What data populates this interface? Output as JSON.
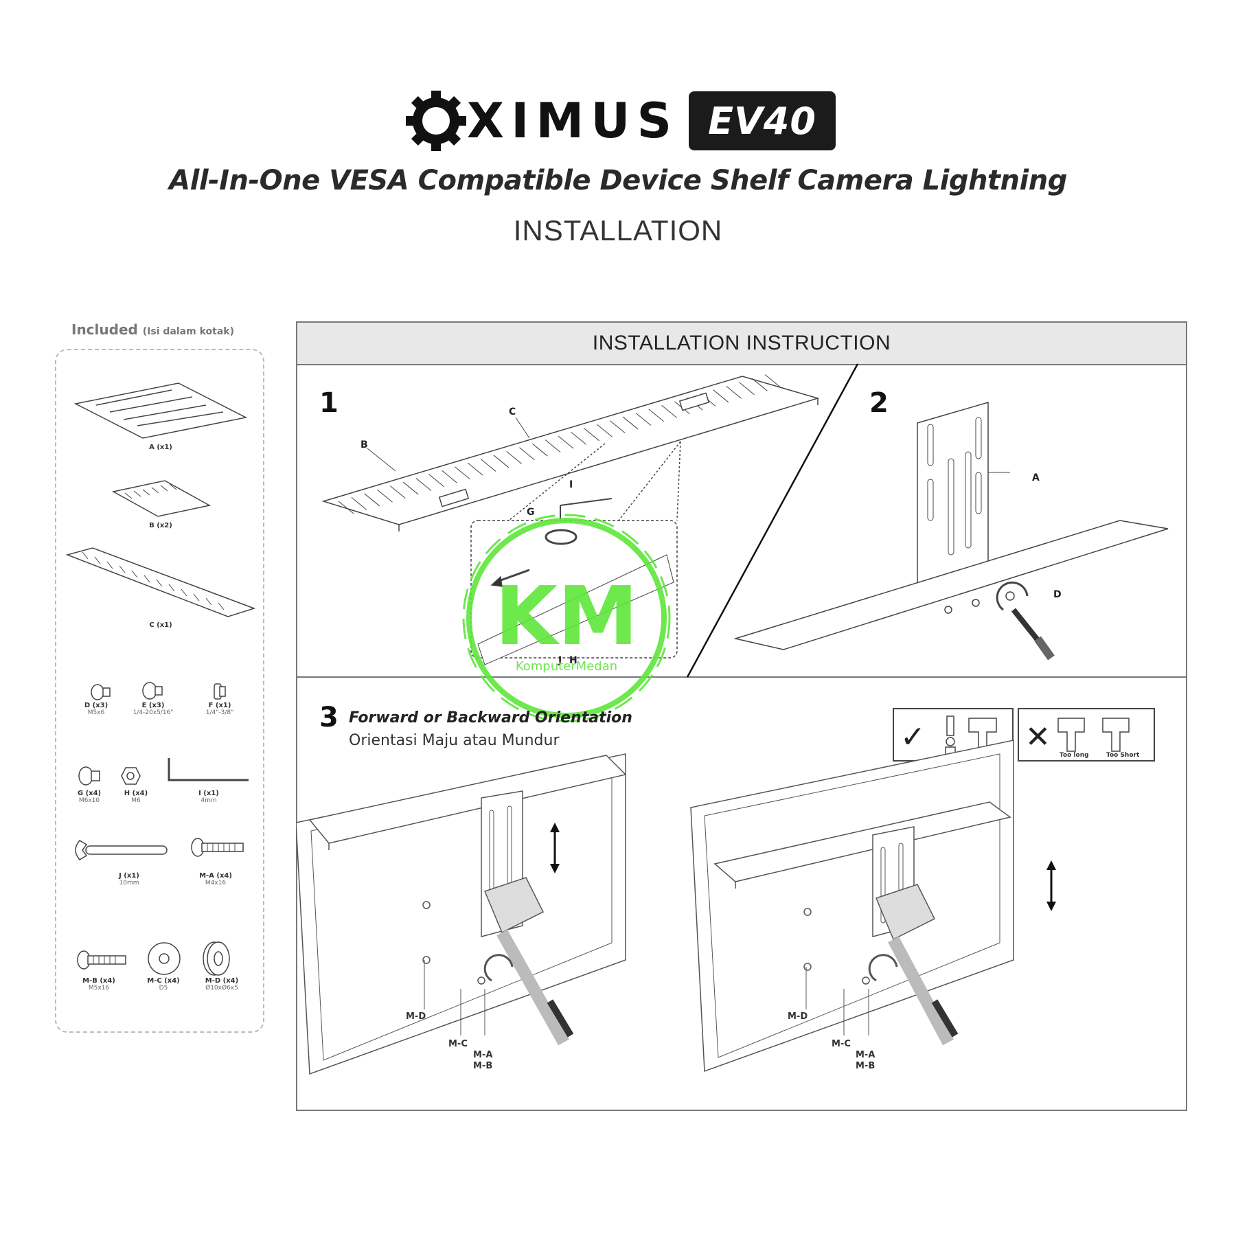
{
  "header": {
    "brand": "OXIMUS",
    "model": "EV40",
    "subtitle": "All-In-One VESA Compatible Device Shelf Camera Lightning",
    "section": "INSTALLATION"
  },
  "included": {
    "title": "Included",
    "title_note": "(Isi dalam kotak)",
    "parts": [
      {
        "label": "A (x1)",
        "spec": ""
      },
      {
        "label": "B (x2)",
        "spec": ""
      },
      {
        "label": "C (x1)",
        "spec": ""
      },
      {
        "label": "D (x3)",
        "spec": "M5x6"
      },
      {
        "label": "E (x3)",
        "spec": "1/4-20x5/16\""
      },
      {
        "label": "F (x1)",
        "spec": "1/4\"-3/8\""
      },
      {
        "label": "G (x4)",
        "spec": "M6x10"
      },
      {
        "label": "H (x4)",
        "spec": "M6"
      },
      {
        "label": "I (x1)",
        "spec": "4mm"
      },
      {
        "label": "J (x1)",
        "spec": "10mm"
      },
      {
        "label": "M-A (x4)",
        "spec": "M4x16"
      },
      {
        "label": "M-B (x4)",
        "spec": "M5x16"
      },
      {
        "label": "M-C (x4)",
        "spec": "D5"
      },
      {
        "label": "M-D (x4)",
        "spec": "Ø10xØ6x5"
      }
    ]
  },
  "instructions": {
    "header": "INSTALLATION INSTRUCTION",
    "step1": {
      "number": "1",
      "labels": [
        "B",
        "C",
        "I",
        "G",
        "J",
        "H"
      ]
    },
    "step2": {
      "number": "2",
      "labels": [
        "A",
        "D"
      ]
    },
    "step3": {
      "number": "3",
      "title": "Forward or Backward Orientation",
      "subtitle": "Orientasi Maju atau Mundur",
      "check": "✓",
      "cross": "✕",
      "too_long": "Too long",
      "too_short": "Too Short",
      "labels": [
        "M-D",
        "M-C",
        "M-A",
        "M-B"
      ]
    }
  },
  "watermark": {
    "initials": "KM",
    "text": "KomputerMedan",
    "color": "#5ee63a"
  }
}
